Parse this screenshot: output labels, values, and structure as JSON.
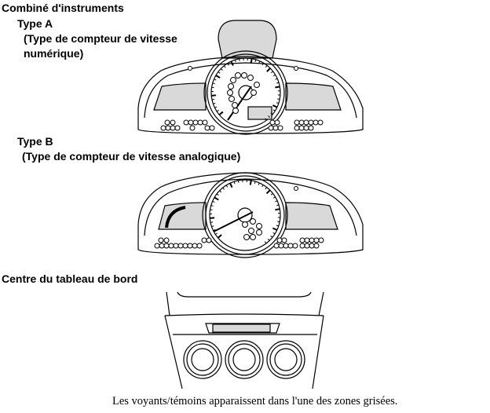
{
  "section_title": "Combiné d'instruments",
  "type_a": {
    "label": "Type A",
    "desc_line1": "(Type de compteur de vitesse",
    "desc_line2": "numérique)"
  },
  "type_b": {
    "label": "Type B",
    "desc": "(Type de compteur de vitesse analogique)"
  },
  "center_title": "Centre du tableau de bord",
  "caption": "Les voyants/témoins apparaissent dans l'une des zones grisées.",
  "colors": {
    "highlight": "#d9d9d9"
  }
}
